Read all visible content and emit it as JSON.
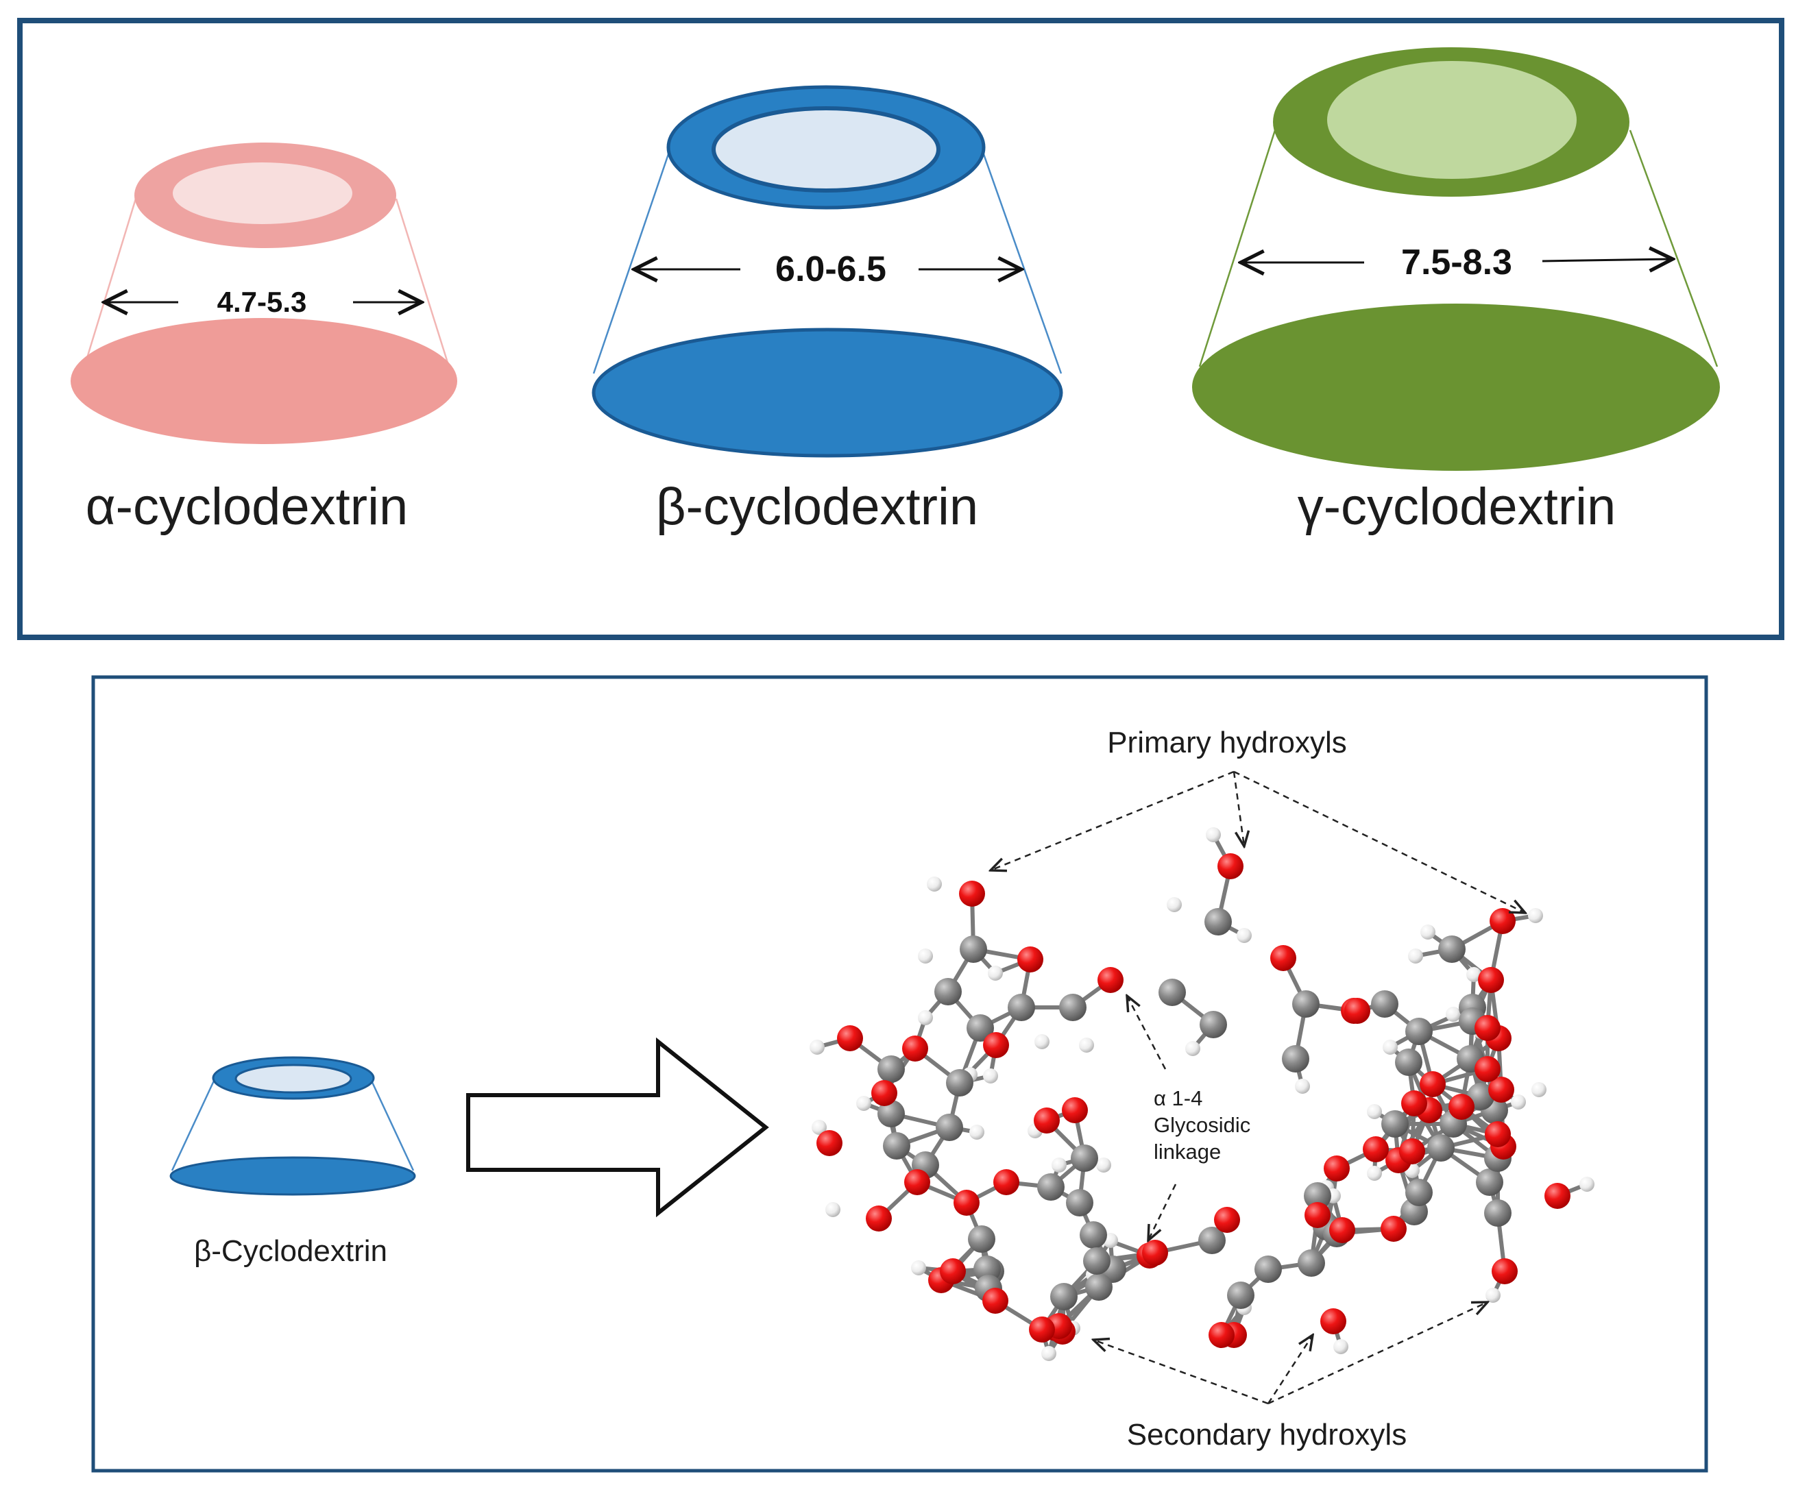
{
  "top_panel": {
    "alpha": {
      "name": "α-cyclodextrin",
      "cavity_diameter": "4.7-5.3",
      "colors": {
        "rim": "#eea3a1",
        "cavity": "#f8dedd",
        "base": "#ef9c98",
        "lines": "#f2b6b4"
      }
    },
    "beta": {
      "name": "β-cyclodextrin",
      "cavity_diameter": "6.0-6.5",
      "colors": {
        "rim": "#2880c4",
        "cavity": "#dbe7f3",
        "base": "#2980c3",
        "outline": "#1a5a94",
        "lines": "#4a8cc8"
      }
    },
    "gamma": {
      "name": "γ-cyclodextrin",
      "cavity_diameter": "7.5-8.3",
      "colors": {
        "rim": "#6a9331",
        "cavity": "#bfd89e",
        "base": "#6a9331",
        "lines": "#6f9a3a"
      }
    }
  },
  "bottom_panel": {
    "beta_icon_label": "β-Cyclodextrin",
    "labels": {
      "primary": "Primary hydroxyls",
      "secondary": "Secondary hydroxyls",
      "linkage": [
        "α 1-4",
        "Glycosidic",
        "linkage"
      ]
    }
  },
  "molecule": {
    "atom_colors": {
      "oxygen": "#e8070a",
      "carbon": "#8a8a8a",
      "hydrogen": "#f2f2f2"
    }
  },
  "frame_color": "#1f4e79"
}
